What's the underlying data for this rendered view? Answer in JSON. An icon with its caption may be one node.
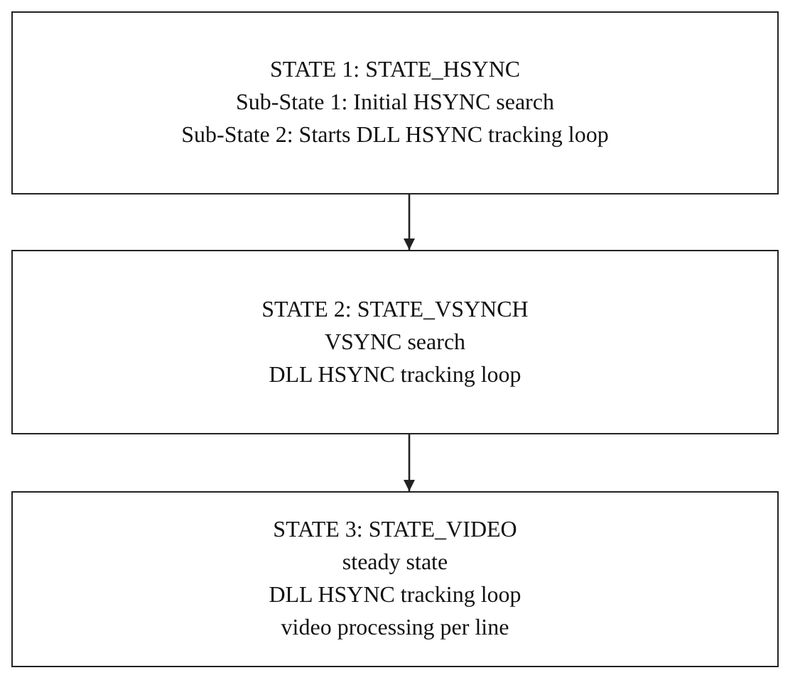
{
  "diagram": {
    "nodes": [
      {
        "text": [
          "STATE 1: STATE_HSYNC",
          "Sub-State 1: Initial HSYNC search",
          "Sub-State 2: Starts DLL HSYNC tracking loop"
        ]
      },
      {
        "text": [
          "STATE 2: STATE_VSYNCH",
          "VSYNC search",
          "DLL HSYNC tracking loop"
        ]
      },
      {
        "text": [
          "STATE 3: STATE_VIDEO",
          "steady state",
          "DLL HSYNC tracking loop",
          "video processing per line"
        ]
      }
    ],
    "edges": [
      {
        "from": 0,
        "to": 1,
        "arrow": "to"
      },
      {
        "from": 1,
        "to": 2,
        "arrow": "to"
      }
    ]
  }
}
